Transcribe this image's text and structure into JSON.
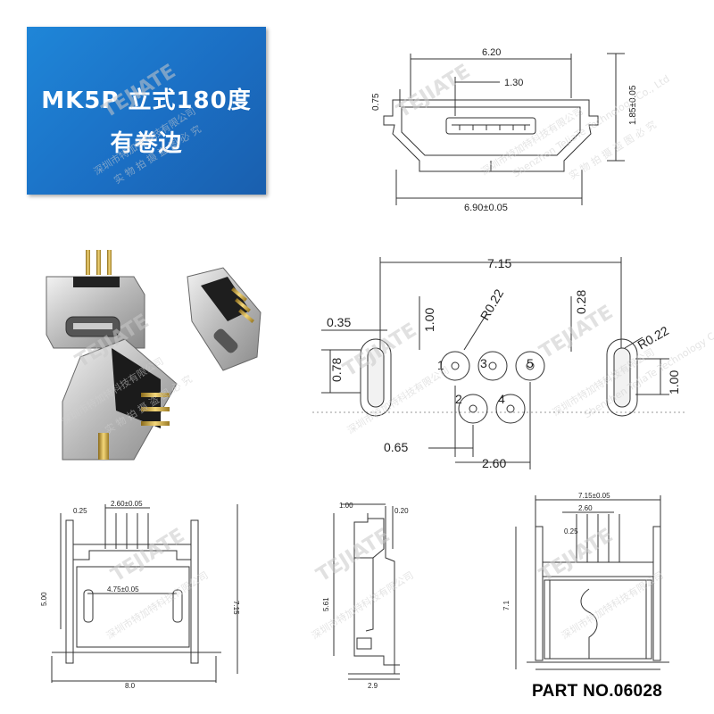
{
  "banner": {
    "line1": "MK5P 立式180度",
    "line2": "有卷边"
  },
  "watermark": {
    "brand": "TEJIATE",
    "company_cn": "深圳市特加特科技有限公司",
    "company_en": "Shenzhen TeJiaTe Technology Co., Ltd",
    "slogan": "实 物 拍 摄 盗 图 必 究"
  },
  "front_view": {
    "dim_width_top": "6.20",
    "dim_width_inner": "1.30",
    "dim_left": "0.75",
    "dim_right": "1.85±0.05",
    "dim_width_bottom": "6.90±0.05"
  },
  "footprint": {
    "dim_total": "7.15",
    "dim_035": "0.35",
    "dim_100_left": "1.00",
    "dim_r022_left": "R0.22",
    "dim_028": "0.28",
    "dim_r022_right": "R0.22",
    "dim_078": "0.78",
    "dim_100_right": "1.00",
    "dim_065": "0.65",
    "dim_260": "2.60",
    "pins": [
      "1",
      "3",
      "5",
      "2",
      "4"
    ]
  },
  "side_view_1": {
    "dim_025": "0.25",
    "dim_260": "2.60±0.05",
    "dim_500": "5.00",
    "dim_475": "4.75±0.05",
    "dim_715": "7.15",
    "dim_80": "8.0"
  },
  "side_view_2": {
    "dim_100": "1.00",
    "dim_020": "0.20",
    "dim_561": "5.61",
    "dim_29": "2.9"
  },
  "side_view_3": {
    "dim_715": "7.15±0.05",
    "dim_260": "2.60",
    "dim_025": "0.25",
    "dim_71": "7.1"
  },
  "part_number": "PART NO.06028"
}
